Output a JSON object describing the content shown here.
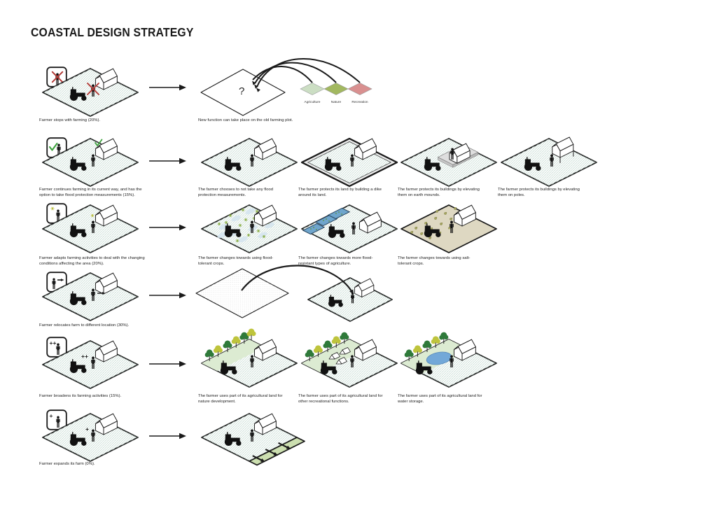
{
  "title": "COASTAL DESIGN STRATEGY",
  "palette": {
    "stop_red": "#b23a36",
    "continue_green": "#3da23d",
    "hatch_teal": "#b7d2c7",
    "agriculture_green": "#cfe0c3",
    "nature_olive": "#a2b860",
    "recreation_red": "#d99090"
  },
  "rows": [
    {
      "badge": {
        "icon": "farmer-stop-icon",
        "mark": "x"
      },
      "main": {
        "type": "farm-stopped"
      },
      "caption": "Farmer stops with farming (20%).",
      "outcomes": [
        {
          "type": "question-plot",
          "question_mark": "?",
          "options": [
            {
              "label": "Agriculture",
              "color": "#cfe0c3"
            },
            {
              "label": "Nature",
              "color": "#a2b860"
            },
            {
              "label": "Recreation",
              "color": "#d99090"
            }
          ],
          "caption": "New function can take place on the old farming plot."
        }
      ]
    },
    {
      "badge": {
        "icon": "farmer-continue-icon",
        "mark": "check"
      },
      "main": {
        "type": "farm-continue"
      },
      "caption": "Farmer continues farming in its current way, and has the option to take flood protection measurements (15%).",
      "outcomes": [
        {
          "type": "farm-plain",
          "caption": "The farmer chooses to not take any flood protection measurements."
        },
        {
          "type": "farm-dike",
          "caption": "The farmer protects its land by building a dike around its land."
        },
        {
          "type": "farm-mound",
          "caption": "The farmer protects its buildings by elevating them on earth mounds."
        },
        {
          "type": "farm-poles",
          "caption": "The farmer protects its buildings by elevating them on poles."
        }
      ]
    },
    {
      "badge": {
        "icon": "farmer-adapt-icon",
        "mark": "sprig"
      },
      "main": {
        "type": "farm-adapt"
      },
      "caption": "Farmer adapts farming activities to deal with the changing conditions affecting the area (20%).",
      "outcomes": [
        {
          "type": "farm-flood-tolerant-crops",
          "caption": "The farmer changes towards using flood-tolerant crops."
        },
        {
          "type": "farm-flood-resistant-agriculture",
          "caption": "The farmer changes towards more flood-resistant types of agriculture."
        },
        {
          "type": "farm-salt-tolerant-crops",
          "caption": "The farmer changes towards using salt-tolerant crops."
        }
      ]
    },
    {
      "badge": {
        "icon": "farmer-relocate-icon",
        "mark": "arrow"
      },
      "main": {
        "type": "farm-relocate"
      },
      "caption": "Farmer relocates farm to different location (30%).",
      "outcomes": [
        {
          "type": "relocation",
          "caption": ""
        }
      ]
    },
    {
      "badge": {
        "icon": "farmer-broaden-icon",
        "mark": "plusplus",
        "mark_label": "++"
      },
      "main": {
        "type": "farm-broaden",
        "mark_label": "++"
      },
      "caption": "Farmer broadens its farming activities (15%).",
      "outcomes": [
        {
          "type": "farm-nature-development",
          "caption": "The farmer uses part of its agricultural land for nature development."
        },
        {
          "type": "farm-recreation",
          "caption": "The farmer uses part of its agricultural land for other recreational functions."
        },
        {
          "type": "farm-water-storage",
          "caption": "The farmer uses part of its agricultural land for water storage."
        }
      ]
    },
    {
      "badge": {
        "icon": "farmer-expand-icon",
        "mark": "plus",
        "mark_label": "+"
      },
      "main": {
        "type": "farm-expand",
        "mark_label": "+"
      },
      "caption": "Farmer expands its farm (0%).",
      "outcomes": [
        {
          "type": "farm-expansion",
          "caption": ""
        }
      ]
    }
  ]
}
